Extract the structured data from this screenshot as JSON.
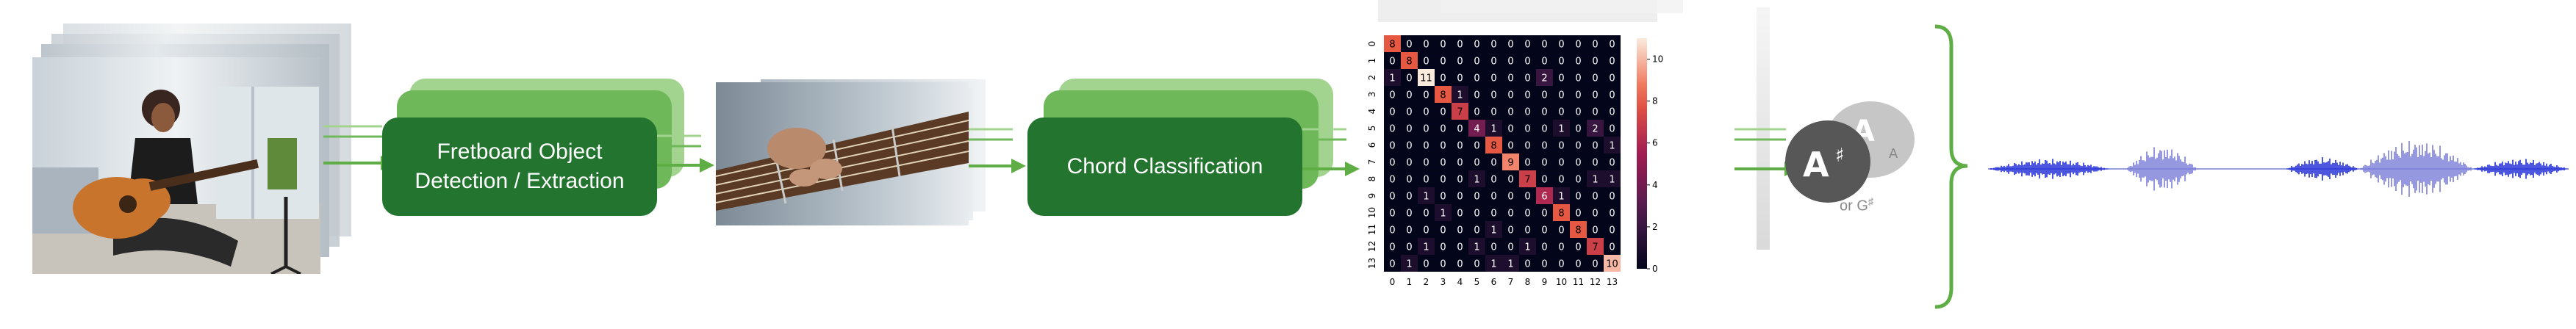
{
  "step1": {
    "label": "Fretboard Object\nDetection / Extraction"
  },
  "step2": {
    "label": "Chord Classification"
  },
  "output": {
    "alt_chord_text": "or G",
    "sharp_symbol": "♯"
  },
  "colors": {
    "green_dark": "#23742f",
    "green_mid": "#6fb85a",
    "green_light": "#a3d48f",
    "arrow": "#5fae45",
    "waveform_blue": "#1f2bd6",
    "waveform_light": "#7b7fd8"
  },
  "chart_data": {
    "type": "heatmap",
    "row_labels": [
      "0",
      "1",
      "2",
      "3",
      "4",
      "5",
      "6",
      "7",
      "8",
      "9",
      "10",
      "11",
      "12",
      "13"
    ],
    "col_labels": [
      "0",
      "1",
      "2",
      "3",
      "4",
      "5",
      "6",
      "7",
      "8",
      "9",
      "10",
      "11",
      "12",
      "13"
    ],
    "colorbar_ticks": [
      0,
      2,
      4,
      6,
      8,
      10
    ],
    "vmin": 0,
    "vmax": 11,
    "matrix": [
      [
        8,
        0,
        0,
        0,
        0,
        0,
        0,
        0,
        0,
        0,
        0,
        0,
        0,
        0
      ],
      [
        0,
        8,
        0,
        0,
        0,
        0,
        0,
        0,
        0,
        0,
        0,
        0,
        0,
        0
      ],
      [
        1,
        0,
        11,
        0,
        0,
        0,
        0,
        0,
        0,
        2,
        0,
        0,
        0,
        0
      ],
      [
        0,
        0,
        0,
        8,
        1,
        0,
        0,
        0,
        0,
        0,
        0,
        0,
        0,
        0
      ],
      [
        0,
        0,
        0,
        0,
        7,
        0,
        0,
        0,
        0,
        0,
        0,
        0,
        0,
        0
      ],
      [
        0,
        0,
        0,
        0,
        0,
        4,
        1,
        0,
        0,
        0,
        1,
        0,
        2,
        0
      ],
      [
        0,
        0,
        0,
        0,
        0,
        0,
        8,
        0,
        0,
        0,
        0,
        0,
        0,
        1
      ],
      [
        0,
        0,
        0,
        0,
        0,
        0,
        0,
        9,
        0,
        0,
        0,
        0,
        0,
        0
      ],
      [
        0,
        0,
        0,
        0,
        0,
        1,
        0,
        0,
        7,
        0,
        0,
        0,
        1,
        1
      ],
      [
        0,
        0,
        1,
        0,
        0,
        0,
        0,
        0,
        0,
        6,
        1,
        0,
        0,
        0
      ],
      [
        0,
        0,
        0,
        1,
        0,
        0,
        0,
        0,
        0,
        0,
        8,
        0,
        0,
        0
      ],
      [
        0,
        0,
        0,
        0,
        0,
        0,
        1,
        0,
        0,
        0,
        0,
        8,
        0,
        0
      ],
      [
        0,
        0,
        1,
        0,
        0,
        1,
        0,
        0,
        1,
        0,
        0,
        0,
        7,
        0
      ],
      [
        0,
        1,
        0,
        0,
        0,
        0,
        1,
        1,
        0,
        0,
        0,
        0,
        0,
        10
      ]
    ]
  }
}
